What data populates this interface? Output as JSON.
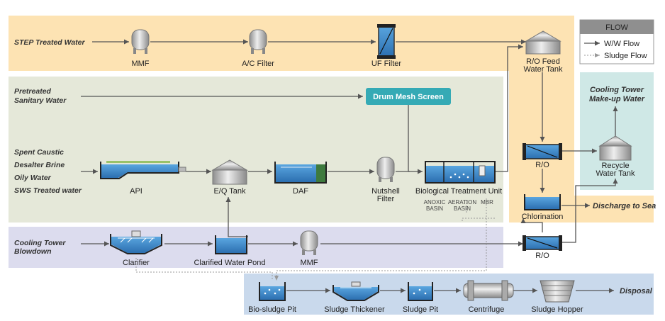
{
  "legend": {
    "title": "FLOW",
    "ww_flow": "W/W Flow",
    "sludge_flow": "Sludge Flow"
  },
  "sources": {
    "step": "STEP Treated Water",
    "pretreated_1": "Pretreated",
    "pretreated_2": "Sanitary Water",
    "spent_caustic": "Spent Caustic",
    "desalter": "Desalter Brine",
    "oily": "Oily Water",
    "sws": "SWS Treated water",
    "ct_blowdown_1": "Cooling Tower",
    "ct_blowdown_2": "Blowdown"
  },
  "units": {
    "mmf_top": "MMF",
    "ac_filter": "A/C Filter",
    "uf_filter": "UF Filter",
    "ro_feed_1": "R/O Feed",
    "ro_feed_2": "Water Tank",
    "drum_mesh": "Drum Mesh Screen",
    "api": "API",
    "eq_tank": "E/Q Tank",
    "daf": "DAF",
    "nutshell_1": "Nutshell",
    "nutshell_2": "Filter",
    "btu": "Biological Treatment Unit",
    "anoxic_1": "ANOXIC",
    "anoxic_2": "BASIN",
    "aeration_1": "AERATION",
    "aeration_2": "BASIN",
    "mbr": "MBR",
    "ro_mid": "R/O",
    "chlorination": "Chlorination",
    "recycle_1": "Recycle",
    "recycle_2": "Water Tank",
    "clarifier": "Clarifier",
    "clarified_pond": "Clarified Water Pond",
    "mmf_bottom": "MMF",
    "ro_bottom": "R/O",
    "bio_sludge_pit": "Bio-sludge Pit",
    "sludge_thickener": "Sludge Thickener",
    "sludge_pit": "Sludge Pit",
    "centrifuge": "Centrifuge",
    "sludge_hopper": "Sludge Hopper"
  },
  "outputs": {
    "ct_makeup_1": "Cooling Tower",
    "ct_makeup_2": "Make-up Water",
    "discharge": "Discharge to Sea",
    "disposal": "Disposal"
  },
  "colors": {
    "step_band": "#fde3b3",
    "ro_band": "#fde3b3",
    "pretreat_band": "#e5e8d9",
    "blowdown_band": "#dcdcee",
    "sludge_band": "#c9d9ec",
    "makeup_band": "#cfe8e6",
    "drum_mesh": "#35aab5",
    "water": "#3a87c9"
  }
}
